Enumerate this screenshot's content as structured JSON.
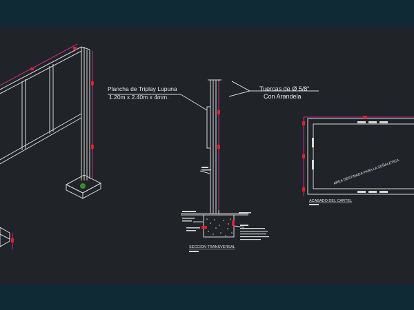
{
  "colors": {
    "background": "#202328",
    "frame": "#0f2a35",
    "line": "#d8d8d8",
    "dim": "#c0308a",
    "accent": "#e0202a",
    "text": "#e8e8e8"
  },
  "labels": {
    "plancha_line1": "Plancha de Triplay Lupuna",
    "plancha_line2": "1.20m x 2.40m x 4mm.",
    "tuercas_line1": "Tuercas de Ø 5/8\"",
    "tuercas_line2": "Con Arandela",
    "section_title": "SECCION TRANSVERSAL",
    "panel_text": "AREA DESTINADA PARA LA SEÑALETICA",
    "panel_title": "ACABADO DEL CARTEL"
  }
}
